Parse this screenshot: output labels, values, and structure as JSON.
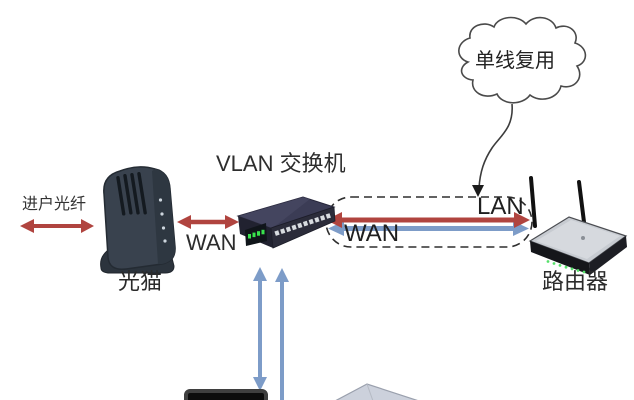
{
  "diagram": {
    "cloud": {
      "label": "单线复用"
    },
    "switch": {
      "title": "VLAN 交换机"
    },
    "modem": {
      "label": "光猫"
    },
    "router": {
      "label": "路由器"
    },
    "fiber": {
      "label": "进户光纤"
    },
    "wan_link": {
      "label": "WAN"
    },
    "trunk": {
      "wan_label": "WAN",
      "lan_label": "LAN"
    },
    "colors": {
      "red_arrow": "#b0443f",
      "blue_arrow": "#7d9cc8",
      "outline": "#3c3c3c"
    }
  }
}
